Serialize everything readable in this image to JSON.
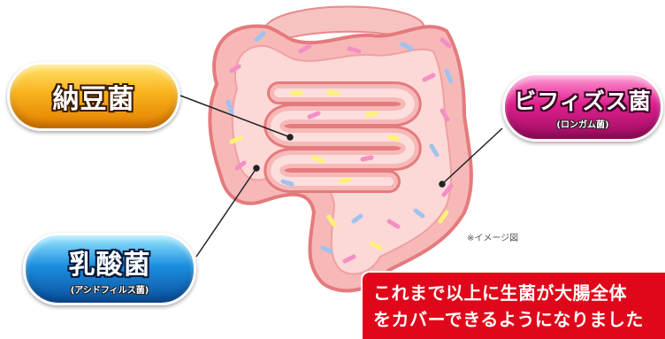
{
  "labels": {
    "natto": {
      "name": "納豆菌"
    },
    "bifidus": {
      "name": "ビフィズス菌",
      "strain": "(ロンガム菌)"
    },
    "lactic": {
      "name": "乳酸菌",
      "strain": "(アシドフィルス菌)"
    }
  },
  "image_note": "※イメージ図",
  "banner": {
    "line1": "これまで以上に生菌が大腸全体",
    "line2": "をカバーできるようになりました"
  },
  "colors": {
    "natto": "#f9b21c",
    "bifidus": "#e0208e",
    "lactic": "#1c8fe0",
    "banner": "#e0071a",
    "intestine": "#f29a9c"
  },
  "icons": {
    "illustration": "intestine-illustration-icon"
  }
}
